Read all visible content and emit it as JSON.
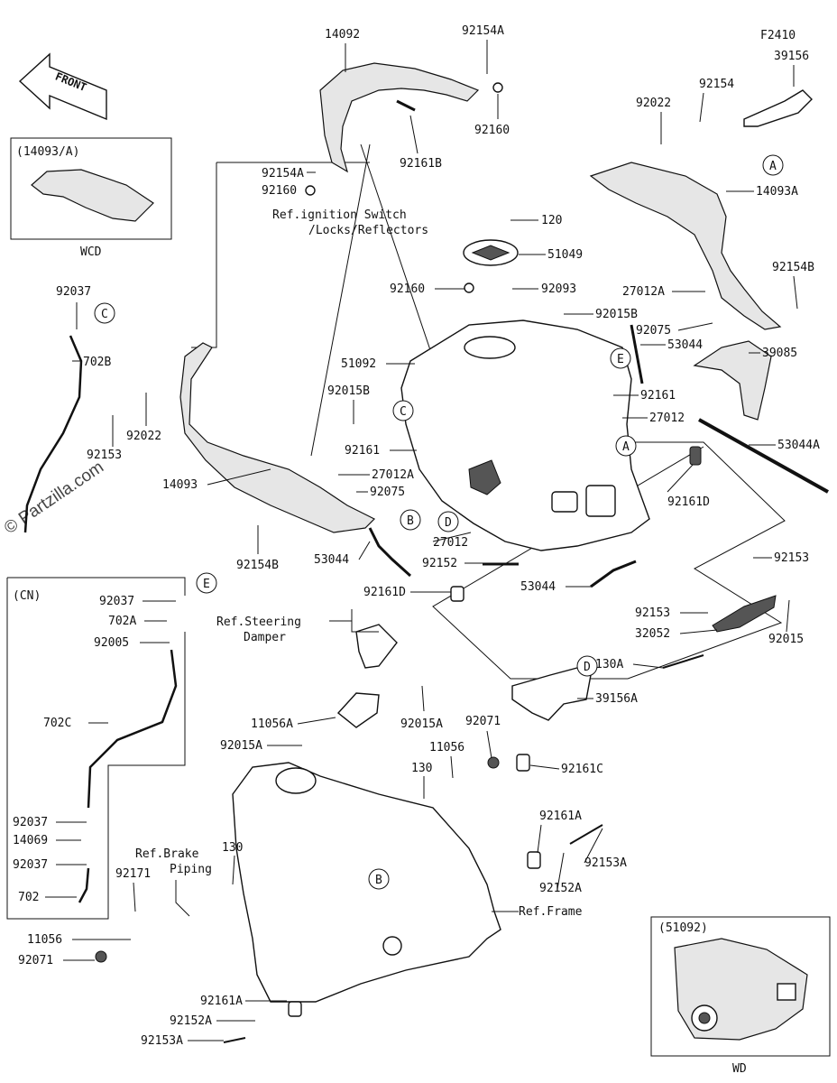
{
  "figure_code": "F2410",
  "front_arrow_label": "FRONT",
  "watermark": "© Partzilla.com",
  "inset_boxes": {
    "wcd_title": "(14093/A)",
    "wcd_caption": "WCD",
    "cn_title": "(CN)",
    "wd_title": "(51092)",
    "wd_caption": "WD"
  },
  "ref_notes": {
    "ignition": [
      "Ref.ignition Switch",
      "/Locks/Reflectors"
    ],
    "steering": [
      "Ref.Steering",
      "Damper"
    ],
    "brake": [
      "Ref.Brake",
      "Piping"
    ],
    "frame": "Ref.Frame"
  },
  "callout_letters": [
    "A",
    "B",
    "C",
    "D",
    "E"
  ],
  "part_labels": [
    "14092",
    "92154A",
    "92160",
    "92161B",
    "92154A",
    "92160",
    "39156",
    "92154",
    "92022",
    "14093A",
    "92154B",
    "27012A",
    "92075",
    "39085",
    "120",
    "51049",
    "92160",
    "92093",
    "92015B",
    "53044",
    "51092",
    "92015B",
    "92161",
    "27012",
    "92161",
    "53044A",
    "27012A",
    "92075",
    "92161D",
    "14093",
    "92154B",
    "53044",
    "27012",
    "92152",
    "92153",
    "53044",
    "92161D",
    "92153",
    "32052",
    "92015",
    "130A",
    "39156A",
    "92037",
    "702B",
    "92022",
    "92153",
    "92037",
    "702A",
    "92005",
    "702C",
    "92037",
    "14069",
    "92037",
    "702",
    "11056A",
    "92015A",
    "92015A",
    "92071",
    "11056",
    "130",
    "92161C",
    "92161A",
    "92153A",
    "92152A",
    "130",
    "92171",
    "11056",
    "92071",
    "92161A",
    "92152A",
    "92153A"
  ]
}
